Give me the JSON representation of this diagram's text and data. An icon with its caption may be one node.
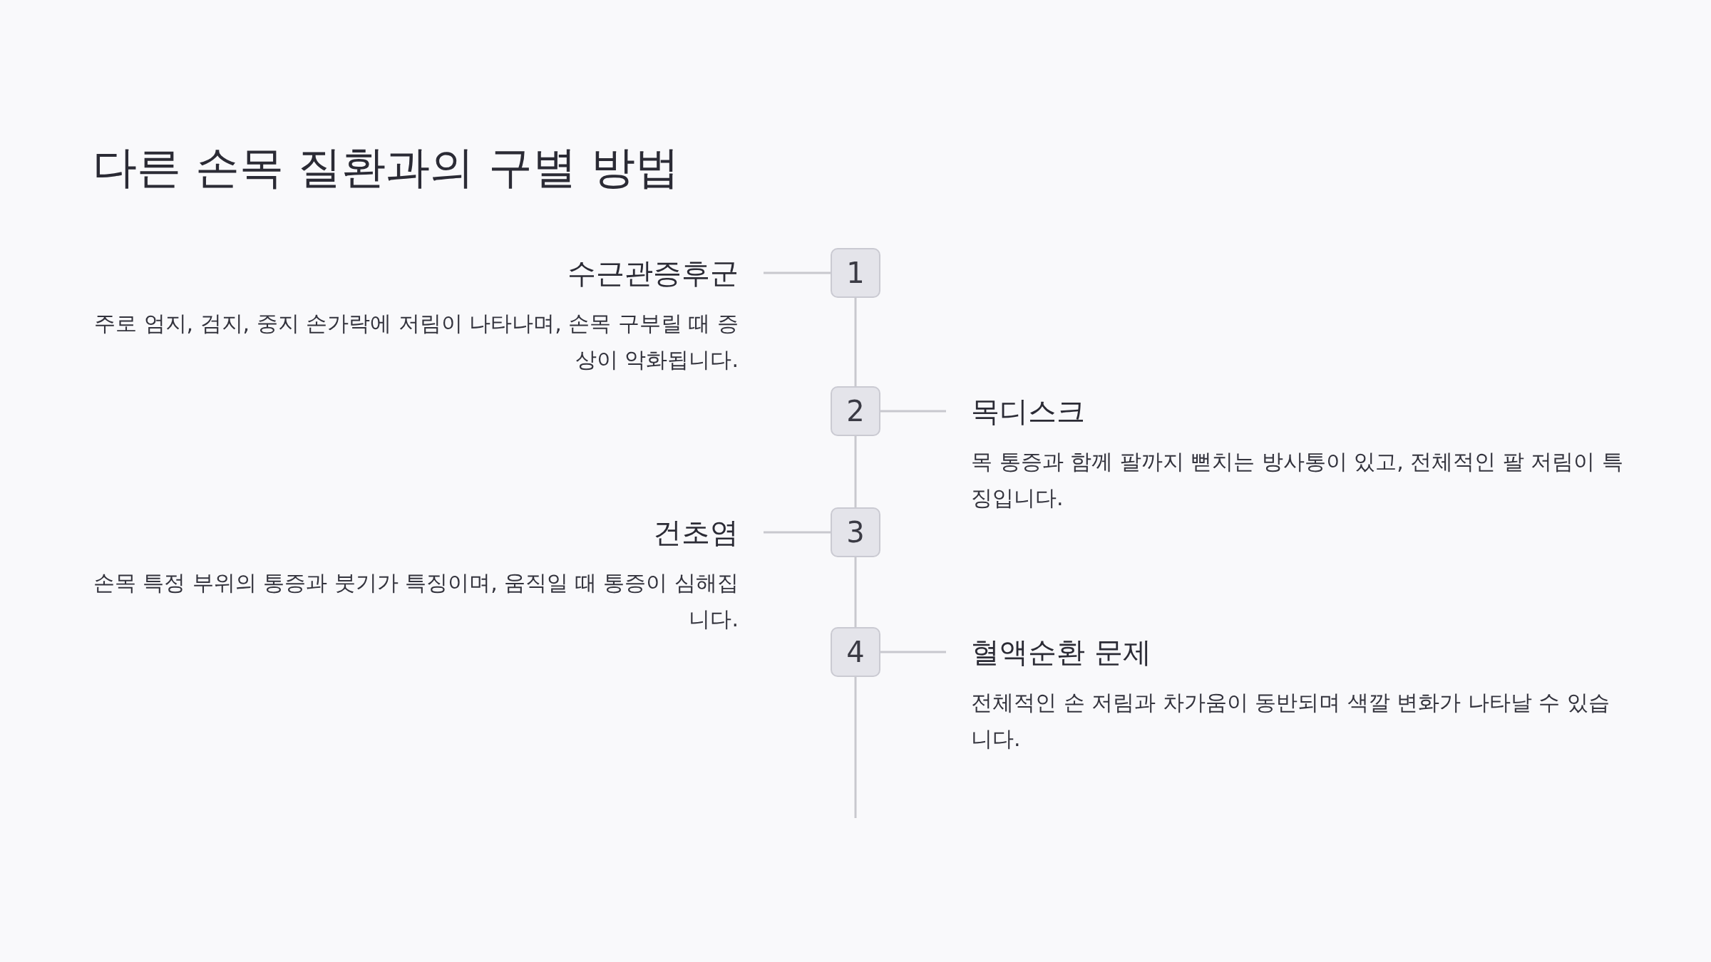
{
  "diagram": {
    "title": "다른 손목 질환과의 구별 방법",
    "nodes": [
      {
        "text": [
          "1"
        ]
      },
      {
        "text": [
          "2"
        ]
      },
      {
        "text": [
          "3"
        ]
      },
      {
        "text": [
          "4"
        ]
      },
      {
        "text": [
          "수근관증후군",
          "주로 엄지, 검지, 중지 손가락에 저림이 나타나며, 손목 구부릴 때 증상이 악화됩니다."
        ]
      },
      {
        "text": [
          "목디스크",
          "목 통증과 함께 팔까지 뻗치는 방사통이 있고, 전체적인 팔 저림이 특징입니다."
        ]
      },
      {
        "text": [
          "건초염",
          "손목 특정 부위의 통증과 붓기가 특징이며, 움직일 때 통증이 심해집니다."
        ]
      },
      {
        "text": [
          "혈액순환 문제",
          "전체적인 손 저림과 차가움이 동반되며 색깔 변화가 나타날 수 있습니다."
        ]
      }
    ],
    "edges": [
      {
        "from": 0,
        "to": 1,
        "arrow": "none"
      },
      {
        "from": 1,
        "to": 2,
        "arrow": "none"
      },
      {
        "from": 2,
        "to": 3,
        "arrow": "none"
      },
      {
        "from": 3,
        "to": null,
        "arrow": "none"
      },
      {
        "from": 0,
        "to": 4,
        "arrow": "none"
      },
      {
        "from": 1,
        "to": 5,
        "arrow": "none"
      },
      {
        "from": 2,
        "to": 6,
        "arrow": "none"
      },
      {
        "from": 3,
        "to": 7,
        "arrow": "none"
      }
    ]
  }
}
